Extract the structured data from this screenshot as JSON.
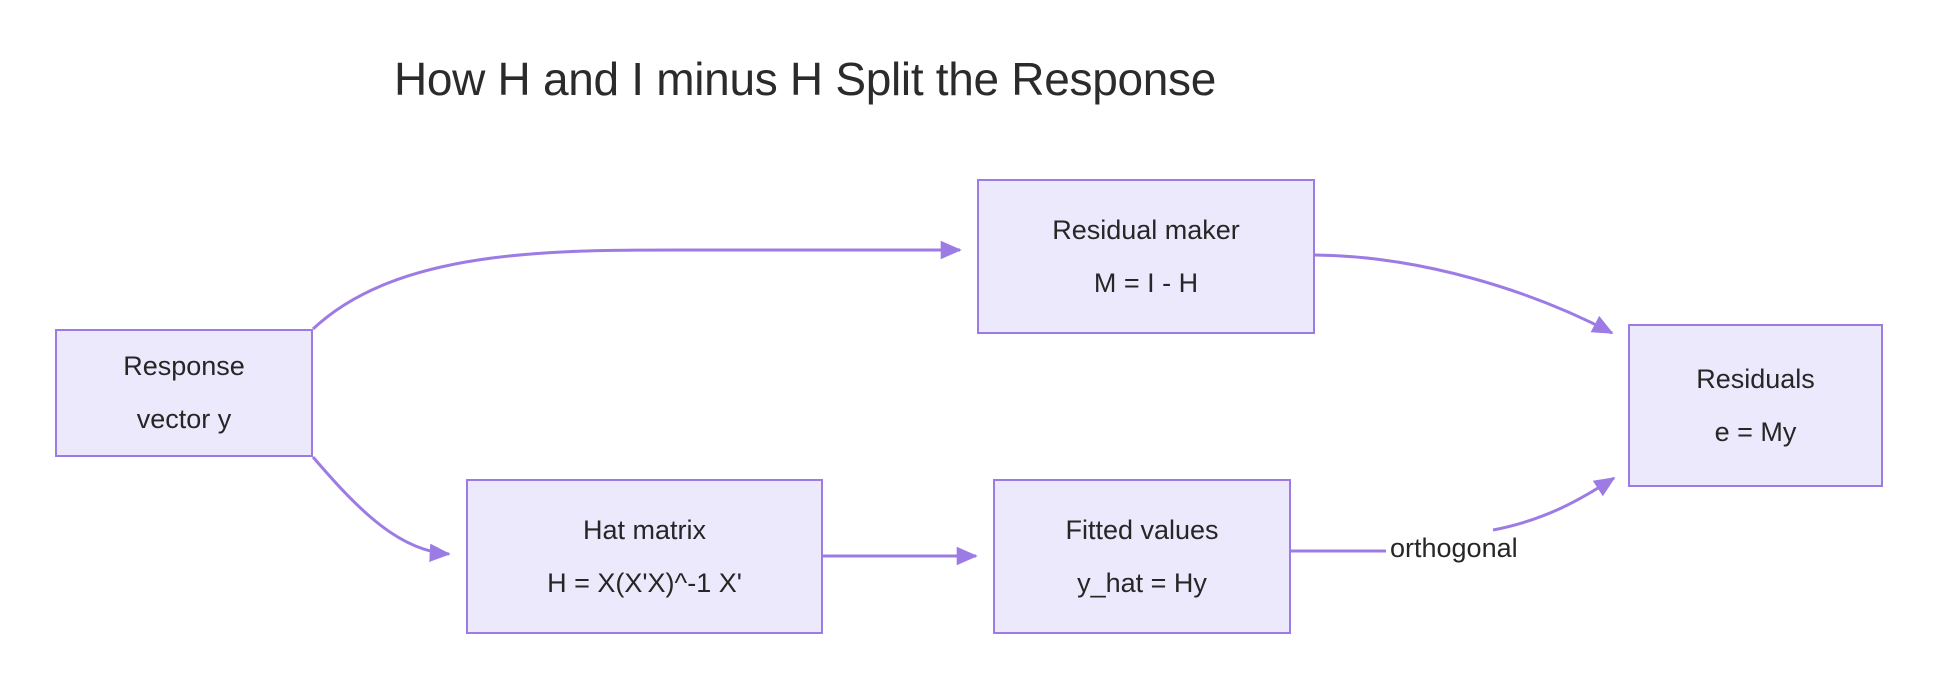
{
  "diagram": {
    "title": "How H and I minus H Split the Response",
    "type": "flowchart",
    "colors": {
      "node_fill": "#ebe9fb",
      "node_border": "#9c7ce4",
      "edge_stroke": "#9c7ce4",
      "text": "#262626",
      "title_text": "#2b2b2b",
      "background": "#ffffff"
    },
    "nodes": [
      {
        "id": "response",
        "line1": "Response",
        "line2": "vector y"
      },
      {
        "id": "residual-maker",
        "line1": "Residual maker",
        "line2": "M = I - H"
      },
      {
        "id": "hat-matrix",
        "line1": "Hat matrix",
        "line2": "H = X(X'X)^-1 X'"
      },
      {
        "id": "fitted-values",
        "line1": "Fitted values",
        "line2": "y_hat = Hy"
      },
      {
        "id": "residuals",
        "line1": "Residuals",
        "line2": "e = My"
      }
    ],
    "edges": [
      {
        "id": "response-to-residual-maker",
        "from": "response",
        "to": "residual-maker",
        "label": ""
      },
      {
        "id": "response-to-hat-matrix",
        "from": "response",
        "to": "hat-matrix",
        "label": ""
      },
      {
        "id": "hat-matrix-to-fitted-values",
        "from": "hat-matrix",
        "to": "fitted-values",
        "label": ""
      },
      {
        "id": "residual-maker-to-residuals",
        "from": "residual-maker",
        "to": "residuals",
        "label": ""
      },
      {
        "id": "fitted-values-to-residuals",
        "from": "fitted-values",
        "to": "residuals",
        "label": "orthogonal"
      }
    ],
    "edge_labels": {
      "orthogonal": "orthogonal"
    }
  }
}
